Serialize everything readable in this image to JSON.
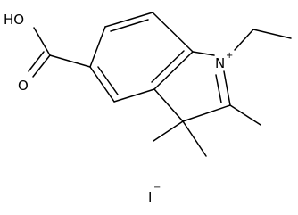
{
  "molecule": {
    "atom_labels": {
      "hydroxyl": "HO",
      "carbonyl_oxygen": "O",
      "nitrogen": "N",
      "nitrogen_charge": "+",
      "counterion": "I",
      "counterion_charge": "−"
    }
  }
}
